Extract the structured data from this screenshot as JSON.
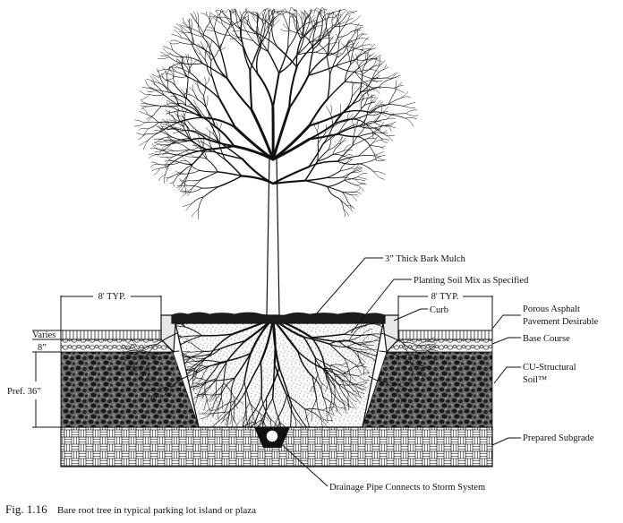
{
  "labels": {
    "mulch": "3” Thick Bark Mulch",
    "planting_soil": "Planting Soil Mix as Specified",
    "typ_right": "8' TYP.",
    "typ_left": "8' TYP.",
    "curb": "Curb",
    "porous_1": "Porous Asphalt",
    "porous_2": "Pavement Desirable",
    "varies": "Varies",
    "eight_in": "8”",
    "base_course": "Base Course",
    "cu_1": "CU-Structural",
    "cu_2": "Soil™",
    "pref": "Pref. 36”",
    "subgrade": "Prepared Subgrade",
    "drainage": "Drainage Pipe Connects to Storm System"
  },
  "caption": {
    "fig": "Fig. 1.16",
    "text": "Bare root tree in typical parking lot island or plaza"
  }
}
